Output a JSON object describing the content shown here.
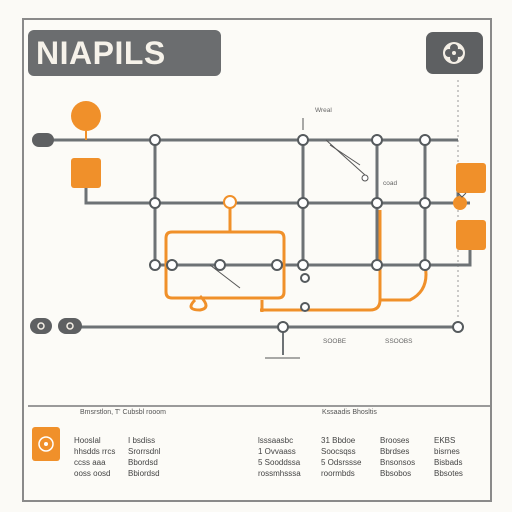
{
  "title": "NIAPILS",
  "colors": {
    "accent": "#f0902a",
    "line": "#6d7275",
    "frame": "#8a8a8a",
    "badge": "#6b6d6f"
  },
  "icons": {
    "corner": "flower-icon",
    "table_box": "flower-icon"
  },
  "callouts": [
    "Wreal",
    "coad",
    "",
    ""
  ],
  "footer_labels": {
    "left": "SOOBE",
    "right": "SSOOBS"
  },
  "table": {
    "header_left": "Bmsrstlon, T'  Cubsbl  rooom",
    "header_right": "Kssaadis  Bhosltis",
    "columns": [
      {
        "heading": "Hooslal",
        "rows": [
          "hhsdds rrcs",
          "ccss aaa",
          "ooss oosd"
        ]
      },
      {
        "heading": "I bsdiss",
        "rows": [
          "Srorrsdnl",
          "Bbordsd",
          "Bbiordsd"
        ]
      },
      {
        "heading": "lsssaasbc",
        "rows": [
          "1 Ovvaass",
          "5 Sooddssa",
          "rossmhsssa"
        ]
      },
      {
        "heading": "31 Bbdoe",
        "rows": [
          "Soocsqss",
          "5 Odsrssse",
          "roormbds"
        ]
      },
      {
        "heading": "Brooses",
        "rows": [
          "Bbrdses",
          "Bnsonsos",
          "Bbsobos"
        ]
      },
      {
        "heading": "EKBS",
        "rows": [
          "bisrnes",
          "Bisbads",
          "Bbsotes"
        ]
      }
    ]
  }
}
